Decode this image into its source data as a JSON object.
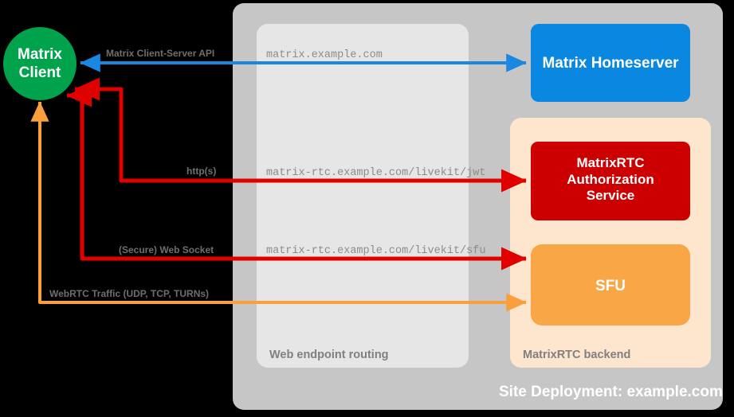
{
  "diagram": {
    "title": "Site Deployment: example.com",
    "site_caption": "Site Deployment: example.com"
  },
  "client": {
    "line1": "Matrix",
    "line2": "Client",
    "color": "#00a24c"
  },
  "groups": {
    "site": {
      "caption": "Site Deployment: example.com",
      "color": "#c6c6c6"
    },
    "web_routing": {
      "caption": "Web endpoint routing",
      "color": "#e6e6e6"
    },
    "rtc_backend": {
      "caption": "MatrixRTC backend",
      "color": "#fde6cd"
    }
  },
  "nodes": {
    "homeserver": {
      "label": "Matrix Homeserver",
      "color": "#0a87e0"
    },
    "auth_service": {
      "line1": "MatrixRTC",
      "line2": "Authorization",
      "line3": "Service",
      "color": "#cc0000"
    },
    "sfu": {
      "label": "SFU",
      "color": "#f9a746"
    }
  },
  "edges": [
    {
      "name": "matrix-client-server-api",
      "label": "Matrix Client-Server API",
      "route": "matrix.example.com",
      "color": "#1a87e0",
      "direction": "bidirectional"
    },
    {
      "name": "http-jwt",
      "label": "http(s)",
      "route": "matrix-rtc.example.com/livekit/jwt",
      "color": "#e00000",
      "direction": "bidirectional"
    },
    {
      "name": "secure-web-socket",
      "label": "(Secure) Web Socket",
      "route": "matrix-rtc.example.com/livekit/sfu",
      "color": "#e00000",
      "direction": "bidirectional"
    },
    {
      "name": "webrtc-traffic",
      "label": "WebRTC Traffic (UDP, TCP, TURNs)",
      "route": "",
      "color": "#f9a03c",
      "direction": "bidirectional"
    }
  ]
}
